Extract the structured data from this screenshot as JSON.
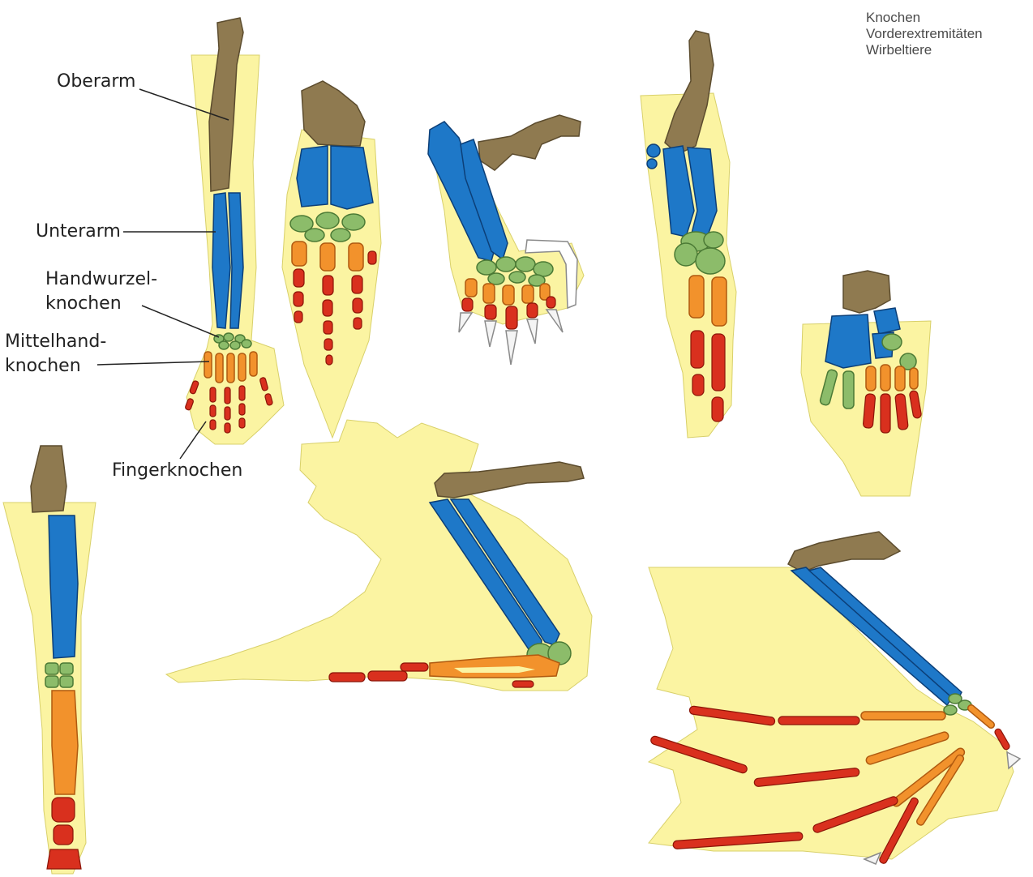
{
  "title": {
    "line1": "Knochen",
    "line2": "Vorderextremitäten",
    "line3": "Wirbeltiere"
  },
  "labels": {
    "oberarm": "Oberarm",
    "unterarm": "Unterarm",
    "handwurzel_1": "Handwurzel-",
    "handwurzel_2": "knochen",
    "mittelhand_1": "Mittelhand-",
    "mittelhand_2": "knochen",
    "finger": "Fingerknochen"
  },
  "colors": {
    "skin": "#fbf4a2",
    "oberarm": "#8f7a50",
    "unterarm": "#1e78c8",
    "handwurzelknochen": "#8cbc6a",
    "mittelhandknochen": "#f2922c",
    "fingerknochen": "#d9301e",
    "claws": "#f4f4f4"
  }
}
